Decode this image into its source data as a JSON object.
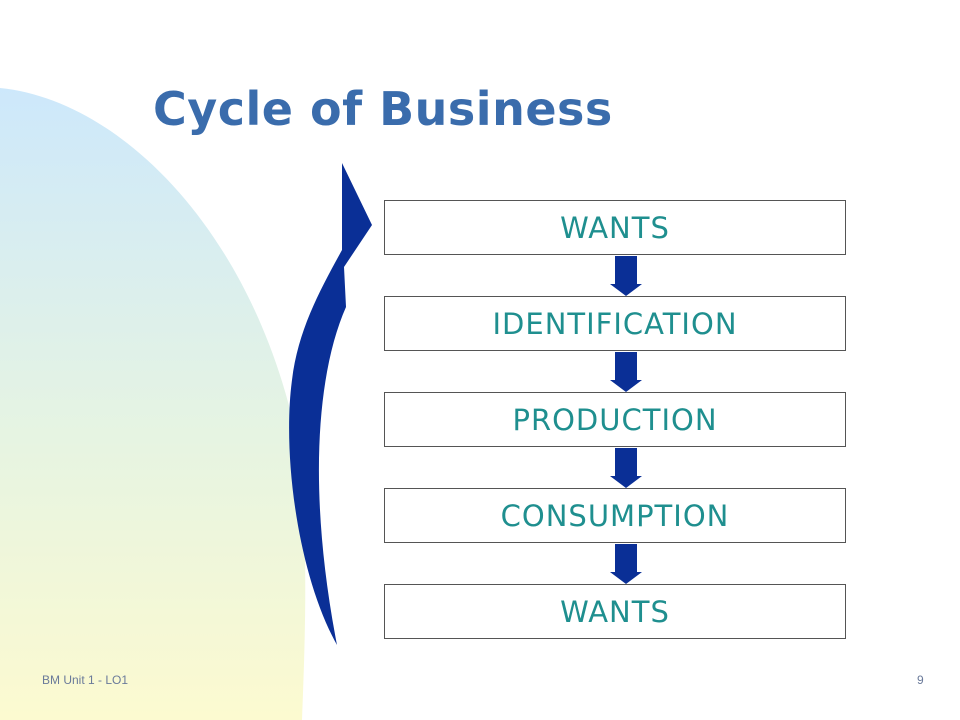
{
  "slide": {
    "title": "Cycle of Business",
    "footer_left": "BM Unit 1 - LO1",
    "page_number": "9"
  },
  "diagram": {
    "steps": [
      "WANTS",
      "IDENTIFICATION",
      "PRODUCTION",
      "CONSUMPTION",
      "WANTS"
    ],
    "colors": {
      "title": "#3a6cac",
      "step_text": "#1f8f8f",
      "arrow": "#0a2f96",
      "background_gradient_top": "#cde8fb",
      "background_gradient_bottom": "#fcfad0"
    }
  }
}
